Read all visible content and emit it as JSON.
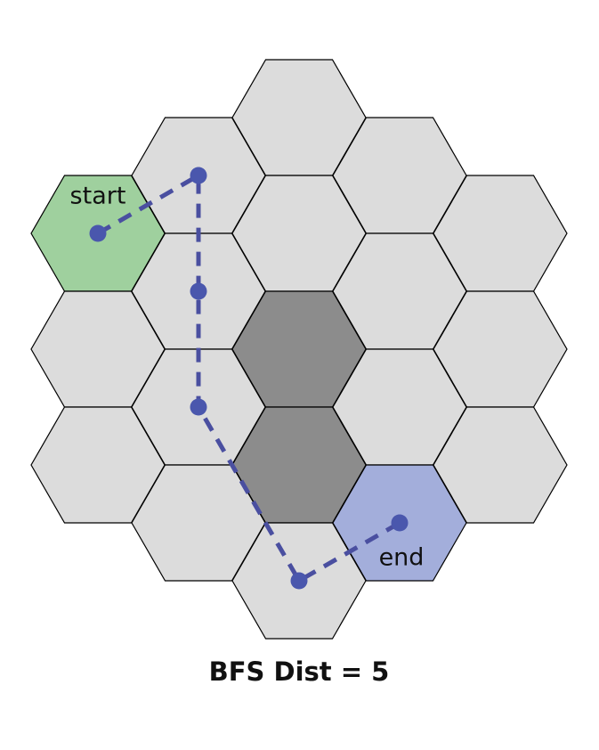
{
  "labels": {
    "start": "start",
    "end": "end",
    "caption": "BFS Dist = 5"
  },
  "grid": {
    "columns": [
      {
        "col": 0,
        "rows": 3
      },
      {
        "col": 1,
        "rows": 4
      },
      {
        "col": 2,
        "rows": 5
      },
      {
        "col": 3,
        "rows": 4
      },
      {
        "col": 4,
        "rows": 3
      }
    ]
  },
  "cells": {
    "start": {
      "col": 0,
      "row": 0
    },
    "end": {
      "col": 3,
      "row": 3
    },
    "walls": [
      {
        "col": 2,
        "row": 2
      },
      {
        "col": 2,
        "row": 3
      }
    ]
  },
  "bfs_path": [
    {
      "col": 0,
      "row": 0
    },
    {
      "col": 1,
      "row": 0
    },
    {
      "col": 1,
      "row": 1
    },
    {
      "col": 1,
      "row": 2
    },
    {
      "col": 2,
      "row": 4
    },
    {
      "col": 3,
      "row": 3
    }
  ],
  "colors": {
    "empty": "#dcdcdc",
    "wall": "#8c8c8c",
    "start": "#9fd09e",
    "end": "#a3aedb",
    "path": "#4a4fa0",
    "node": "#4a57ad",
    "stroke": "#000000"
  }
}
